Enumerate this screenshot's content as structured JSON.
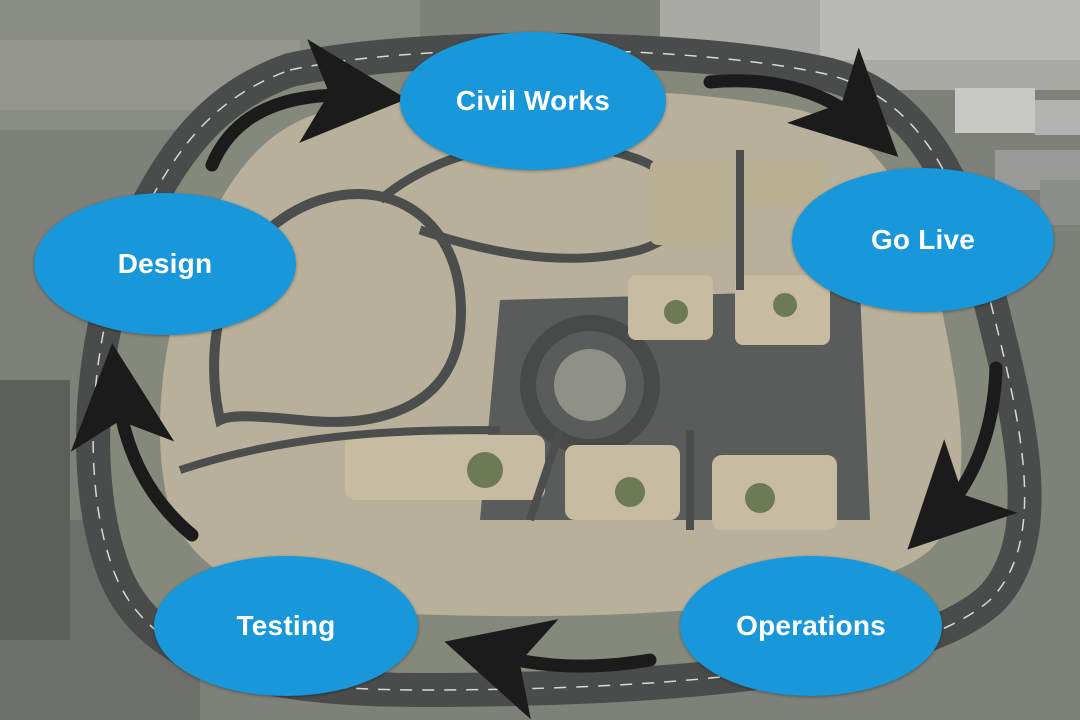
{
  "diagram": {
    "type": "cycle",
    "nodes": [
      {
        "id": "civil",
        "label": "Civil Works"
      },
      {
        "id": "go",
        "label": "Go Live"
      },
      {
        "id": "ops",
        "label": "Operations"
      },
      {
        "id": "test",
        "label": "Testing"
      },
      {
        "id": "design",
        "label": "Design"
      }
    ],
    "edges": [
      {
        "from": "design",
        "to": "civil"
      },
      {
        "from": "civil",
        "to": "go"
      },
      {
        "from": "go",
        "to": "ops"
      },
      {
        "from": "ops",
        "to": "test"
      },
      {
        "from": "test",
        "to": "design"
      }
    ],
    "colors": {
      "node_fill": "#1897da",
      "node_text": "#ffffff",
      "arrow": "#1b1b1b"
    }
  }
}
